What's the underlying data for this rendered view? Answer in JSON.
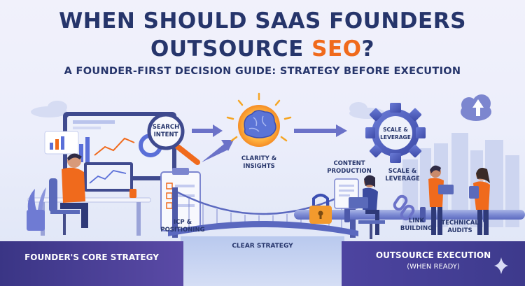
{
  "header": {
    "title_line1": "WHEN SHOULD SAAS FOUNDERS",
    "title_line2_prefix": "OUTSOURCE ",
    "title_line2_accent": "SEO",
    "title_line2_suffix": "?",
    "subtitle": "A FOUNDER-FIRST DECISION GUIDE: STRATEGY BEFORE EXECUTION"
  },
  "labels": {
    "search_intent_1": "SEARCH",
    "search_intent_2": "INTENT",
    "clarity_1": "CLARITY &",
    "clarity_2": "INSIGHTS",
    "icp_1": "ICP &",
    "icp_2": "POSITIONING",
    "gear_1": "SCALE &",
    "gear_2": "LEVERAGE",
    "content_1": "CONTENT",
    "content_2": "PRODUCTION",
    "scale_1": "SCALE &",
    "scale_2": "LEVERAGE",
    "link_1": "LINK",
    "link_2": "BUILDING",
    "tech_1": "TECHNICAL",
    "tech_2": "AUDITS",
    "clear_strategy": "CLEAR STRATEGY"
  },
  "bands": {
    "left": "FOUNDER'S CORE STRATEGY",
    "right_1": "OUTSOURCE EXECUTION",
    "right_2": "(WHEN READY)"
  },
  "icons": [
    "magnifier-icon",
    "brain-icon",
    "gear-icon",
    "lock-icon",
    "chain-link-icon",
    "cloud-upload-icon",
    "sparkle-icon",
    "clipboard-icon",
    "laptop-icon",
    "monitor-icon"
  ],
  "colors": {
    "navy": "#26356b",
    "accent_orange": "#f06a1c",
    "band_purple": "#4a3f95",
    "arrow_blue": "#6b72c8"
  }
}
